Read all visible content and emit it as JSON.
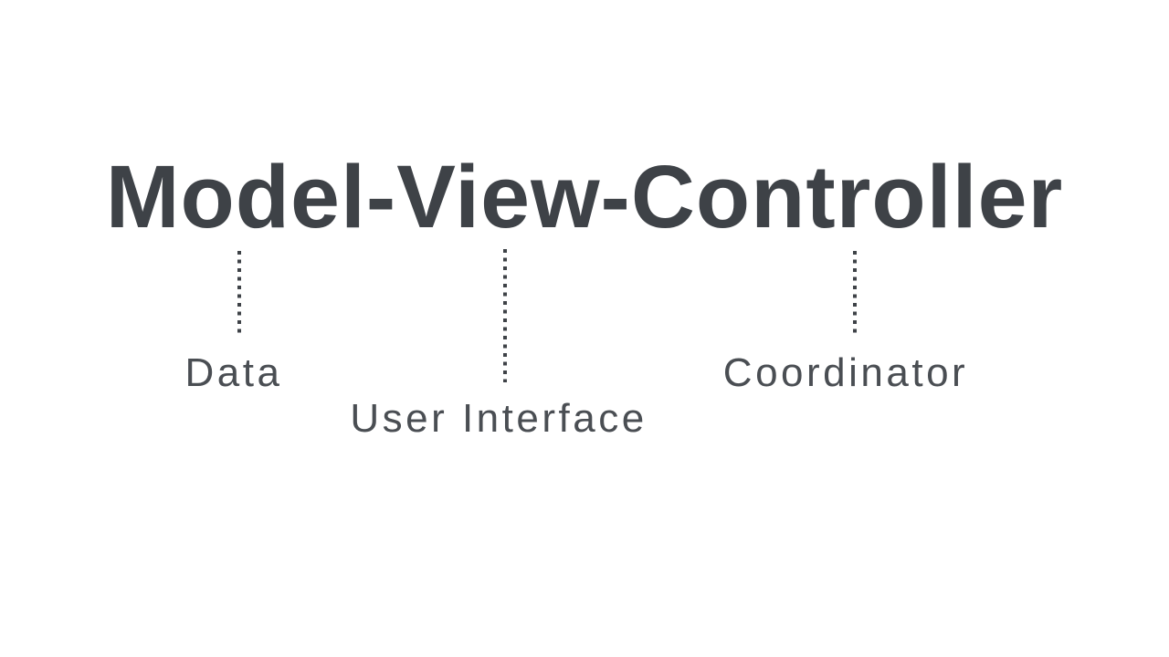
{
  "title": "Model-View-Controller",
  "colors": {
    "background": "#ffffff",
    "title_text": "#3e4247",
    "label_text": "#4a4e53",
    "connector": "#3e4247"
  },
  "annotations": [
    {
      "term": "Model",
      "label": "Data"
    },
    {
      "term": "View",
      "label": "User Interface"
    },
    {
      "term": "Controller",
      "label": "Coordinator"
    }
  ]
}
